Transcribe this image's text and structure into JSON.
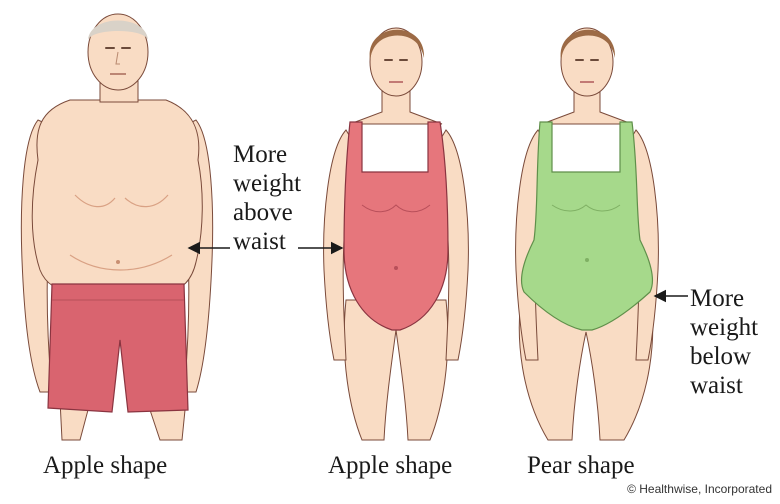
{
  "annotations": {
    "above": [
      "More",
      "weight",
      "above",
      "waist"
    ],
    "below": [
      "More",
      "weight",
      "below",
      "waist"
    ]
  },
  "captions": {
    "man": "Apple shape",
    "woman_apple": "Apple shape",
    "woman_pear": "Pear shape"
  },
  "credit": "© Healthwise, Incorporated",
  "colors": {
    "skin": "#f9dcc4",
    "skin_shadow": "#e8b99a",
    "hair_man": "#d9d2c8",
    "hair_woman": "#9c6a45",
    "shorts": "#d9646f",
    "swimsuit_apple": "#e6767c",
    "swimsuit_pear": "#a6d98b",
    "outline": "#7a4a3a",
    "text": "#1a1a1a"
  }
}
